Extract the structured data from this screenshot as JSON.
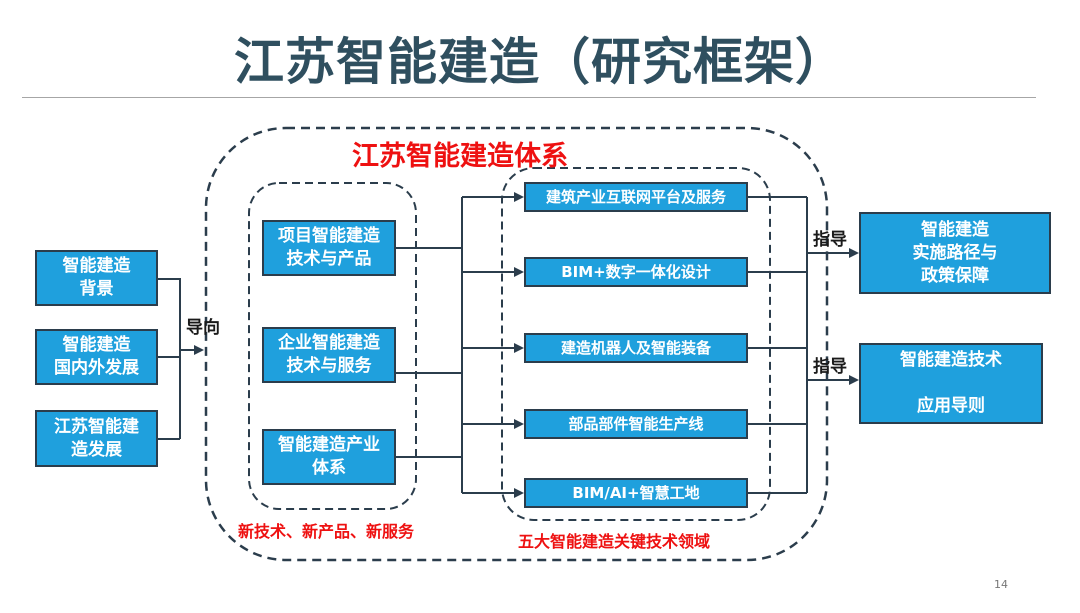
{
  "slide": {
    "title": "江苏智能建造（研究框架）",
    "page_number": "14"
  },
  "left_inputs": [
    "智能建造\n背景",
    "智能建造\n国内外发展",
    "江苏智能建\n造发展"
  ],
  "guide_label": "导向",
  "system_label": "江苏智能建造体系",
  "middle_items": [
    "项目智能建造\n技术与产品",
    "企业智能建造\n技术与服务",
    "智能建造产业\n体系"
  ],
  "middle_caption": "新技术、新产品、新服务",
  "key_areas": [
    "建筑产业互联网平台及服务",
    "BIM+数字一体化设计",
    "建造机器人及智能装备",
    "部品部件智能生产线",
    "BIM/AI+智慧工地"
  ],
  "key_areas_caption": "五大智能建造关键技术领域",
  "direct_label": "指导",
  "outputs": [
    "智能建造\n实施路径与\n政策保障",
    "智能建造技术\n\n应用导则"
  ],
  "colors": {
    "box_fill": "#1fa0dd",
    "box_border": "#2b3d4c",
    "dashed_line": "#2b3d4c",
    "connector": "#2b3d4c",
    "highlight_text": "#ee1111",
    "title_text": "#2f4f5f"
  }
}
